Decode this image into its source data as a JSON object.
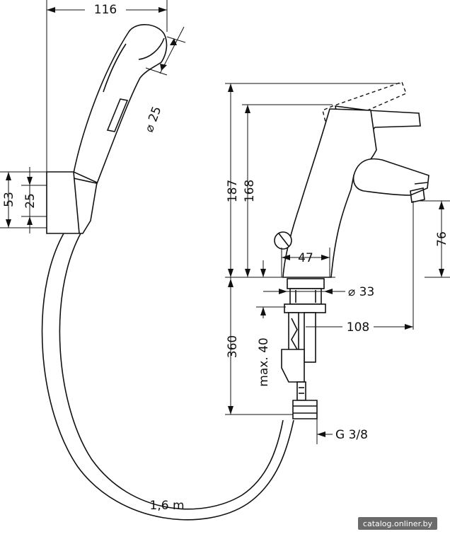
{
  "dimensions": {
    "handshower_length": "116",
    "handshower_diameter": "⌀ 25",
    "holder_height_outer": "53",
    "holder_height_inner": "25",
    "mixer_height_total": "187",
    "mixer_height_body": "168",
    "spout_height": "76",
    "body_width": "47",
    "base_diameter": "⌀ 33",
    "spout_reach": "108",
    "below_counter_length": "360",
    "max_counter_thickness": "max. 40",
    "connection_thread": "G 3/8",
    "hose_length": "1,6 m"
  },
  "watermark": "catalog.onliner.by"
}
